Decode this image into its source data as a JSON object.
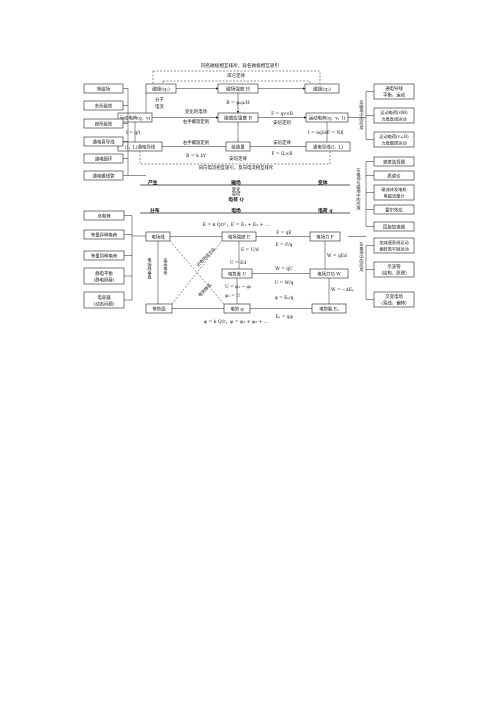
{
  "top": {
    "banner": "同名磁极相互排斥，异名磁极相互吸引",
    "law": "库仑定律",
    "pole_left": "磁极(q₁)",
    "field_h": "磁场强度 H",
    "pole_right": "磁极(q₂)",
    "b_eq": "B = μ₀μᵣH",
    "split": "分子电流",
    "varying": "变化的电场",
    "right_hand": "右手螺旋定则",
    "b_field": "磁感应强度 B",
    "moving_charge_l": "运动电荷(q，v)",
    "moving_charge_r": "运动电荷(q，v，l)",
    "lorentz": "F = qv×B",
    "ampere": "安培定则",
    "i_eq": "I = q/t",
    "idl_eq": "I = nqSv",
    "f_nil": "F = NIl",
    "wire_l": "(I，L)通电导线",
    "rhs2": "右手螺旋定则",
    "flux": "磁通量",
    "b_simple": "B = k I/r",
    "anti_ampere": "安培定律",
    "wire_r": "通电导线(I，L)",
    "f_il": "F = IL×B",
    "current_attr": "同向电流相互吸引，反向电流相互排斥"
  },
  "left_items": [
    "地磁场",
    "条形磁铁",
    "蹄形磁铁",
    "通电直导线",
    "通电圆环",
    "通电螺线管"
  ],
  "left_items2": [
    "点电荷",
    "等量异种电荷",
    "等量同种电荷",
    "静电平衡（静电屏蔽）",
    "电容器（动态问题）"
  ],
  "right_items": [
    "通电导线平衡、运动",
    "运动电荷(v⊥B)力度直线运动",
    "运动电荷(v⊥B)力度圆周运动"
  ],
  "right_side_labels": [
    "在磁场中的应用",
    "在电场与磁场中的应用"
  ],
  "right_items2": [
    "速度选择器",
    "质谱仪",
    "磁流体发电机电磁流量计",
    "霍尔效应",
    "回旋加速器",
    "加减速直线运动偏转类平抛运动",
    "示波管（结构、原理）",
    "交变电场（直线、偏转）"
  ],
  "middle": {
    "produce": "产生",
    "magnetic": "磁场",
    "change": "变化",
    "motion": "运动",
    "charge": "电荷 Q",
    "distribute": "分布",
    "electric": "电场",
    "field_q": "电荷 q",
    "e_eq": "E = k Q/r²，E = E₁ + E₂ + …",
    "line": "电场线",
    "strength": "电场强度 E",
    "f_qe": "F = qE",
    "e_fq": "E = F/q",
    "force": "电场力 F",
    "u_eq": "E = U/d",
    "u_ed": "U = Ed",
    "w_qed": "W = qEd",
    "w_qu": "W = qU",
    "potential": "电势差 U",
    "work": "电场力功 W",
    "u_ab": "U = W/q",
    "phi": "φ₁ − φ₂",
    "u_phi": "U = φ₁ − φ₂",
    "phi_u": "φ₁ = U",
    "equipotential": "等势面",
    "potential_phi": "电势 φ",
    "ep_eq": "φ = Eₚ/q",
    "ep_qphi": "Eₚ = qφ",
    "energy": "电势能 Eₚ",
    "w_ep": "W = −ΔEₚ",
    "phi_sum": "φ = k Q/r，φ = φ₁ + φ₂ + …",
    "diag1": "沿电场线方向",
    "diag2": "电势降低",
    "vert_l": "电场线垂直于等势面",
    "vert_r": "电场线由高电势指向低电势"
  }
}
